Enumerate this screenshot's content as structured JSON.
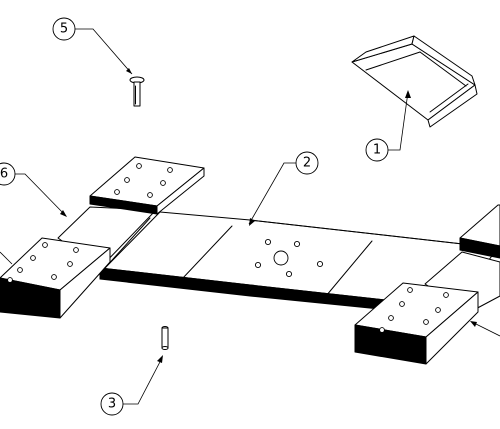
{
  "callouts": [
    {
      "id": "c1",
      "label": "1"
    },
    {
      "id": "c2",
      "label": "2"
    },
    {
      "id": "c3",
      "label": "3"
    },
    {
      "id": "c5",
      "label": "5"
    },
    {
      "id": "c6",
      "label": "6"
    }
  ]
}
